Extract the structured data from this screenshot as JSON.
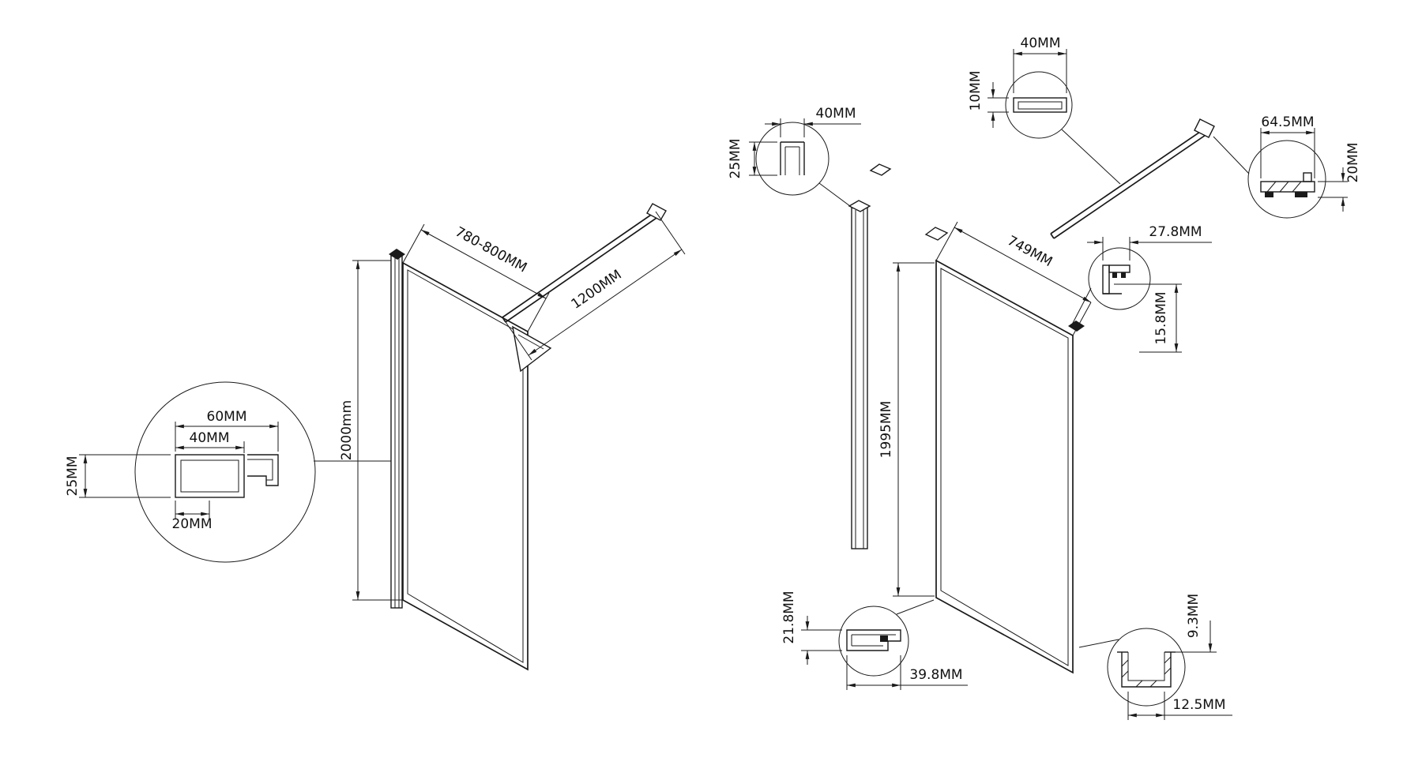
{
  "colors": {
    "line": "#1a1a1a",
    "background": "#ffffff"
  },
  "left_view": {
    "panel_width": "780-800MM",
    "support_bar_length": "1200MM",
    "panel_height": "2000mm",
    "profile_detail": {
      "overall_width": "60MM",
      "tube_width": "40MM",
      "depth": "25MM",
      "slot_width": "20MM"
    }
  },
  "right_view": {
    "panel_width": "749MM",
    "panel_height": "1995MM",
    "wall_profile_detail": {
      "width": "40MM",
      "depth": "25MM"
    },
    "bar_section_detail": {
      "width": "40MM",
      "thickness": "10MM"
    },
    "wall_bracket_detail": {
      "width": "64.5MM",
      "height": "20MM"
    },
    "top_clamp_detail": {
      "width": "27.8MM",
      "height": "15.8MM"
    },
    "bottom_profile_detail": {
      "height": "21.8MM",
      "width": "39.8MM"
    },
    "u_channel_detail": {
      "height": "9.3MM",
      "width": "12.5MM"
    }
  }
}
